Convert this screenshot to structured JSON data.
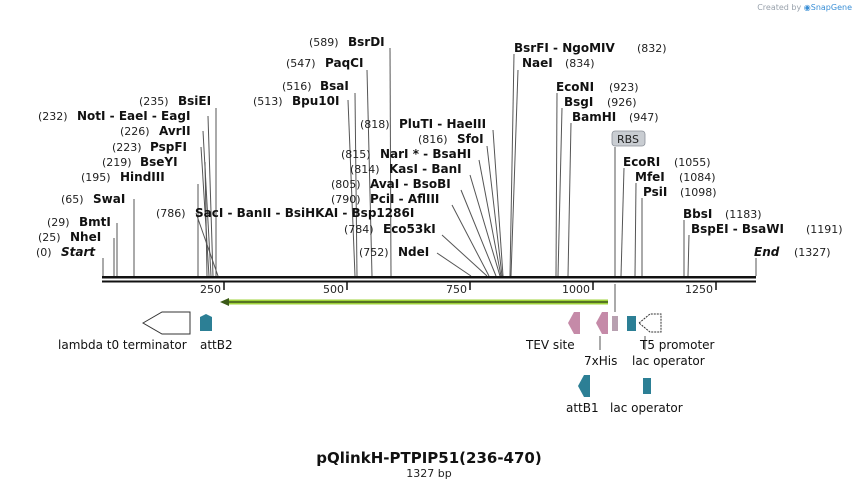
{
  "credit": {
    "prefix": "Created by",
    "brand": "SnapGene"
  },
  "title": "pQlinkH-PTPIP51(236-470)",
  "subtitle": "1327 bp",
  "ruler": {
    "ticks": [
      {
        "label": "250"
      },
      {
        "label": "500"
      },
      {
        "label": "750"
      },
      {
        "label": "1000"
      },
      {
        "label": "1250"
      }
    ]
  },
  "sites": [
    {
      "num": "(0)",
      "name": "Start",
      "italic": true
    },
    {
      "num": "(25)",
      "name": "NheI"
    },
    {
      "num": "(29)",
      "name": "BmtI"
    },
    {
      "num": "(65)",
      "name": "SwaI"
    },
    {
      "num": "(195)",
      "name": "HindIII"
    },
    {
      "num": "(219)",
      "name": "BseYI"
    },
    {
      "num": "(223)",
      "name": "PspFI"
    },
    {
      "num": "(226)",
      "name": "AvrII"
    },
    {
      "num": "(232)",
      "name": "NotI  -  EaeI  -  EagI"
    },
    {
      "num": "(235)",
      "name": "BsiEI"
    },
    {
      "num": "(786)",
      "name": "SacI  -  BanII  -  BsiHKAI  -  Bsp1286I"
    },
    {
      "num": "(513)",
      "name": "Bpu10I"
    },
    {
      "num": "(516)",
      "name": "BsaI"
    },
    {
      "num": "(547)",
      "name": "PaqCI"
    },
    {
      "num": "(589)",
      "name": "BsrDI"
    },
    {
      "num": "(752)",
      "name": "NdeI"
    },
    {
      "num": "(784)",
      "name": "Eco53kI"
    },
    {
      "num": "(790)",
      "name": "PciI  -  AflIII"
    },
    {
      "num": "(805)",
      "name": "AvaI  -  BsoBI"
    },
    {
      "num": "(814)",
      "name": "KasI  -  BanI"
    },
    {
      "num": "(815)",
      "name": "NarI *  -  BsaHI"
    },
    {
      "num": "(816)",
      "name": "SfoI"
    },
    {
      "num": "(818)",
      "name": "PluTI  -  HaeIII"
    },
    {
      "num": "(832)",
      "name": "BsrFI  -  NgoMIV"
    },
    {
      "num": "(834)",
      "name": "NaeI"
    },
    {
      "num": "(923)",
      "name": "EcoNI"
    },
    {
      "num": "(926)",
      "name": "BsgI"
    },
    {
      "num": "(947)",
      "name": "BamHI"
    },
    {
      "num": "(1055)",
      "name": "EcoRI"
    },
    {
      "num": "(1084)",
      "name": "MfeI"
    },
    {
      "num": "(1098)",
      "name": "PsiI"
    },
    {
      "num": "(1183)",
      "name": "BbsI"
    },
    {
      "num": "(1191)",
      "name": "BspEI  -  BsaWI"
    },
    {
      "num": "(1327)",
      "name": "End",
      "italic": true
    }
  ],
  "features": {
    "rbs": "RBS",
    "lambda_t0": "lambda t0 terminator",
    "attb2": "attB2",
    "tev": "TEV site",
    "his": "7xHis",
    "t5": "T5 promoter",
    "lacop1": "lac operator",
    "attb1": "attB1",
    "lacop2": "lac operator"
  },
  "colors": {
    "orf": "#9fd33b",
    "teal": "#2c7f95",
    "pink": "#c58aa8",
    "rbs": "#c9cdd2",
    "credit_brand": "#3a8fd6"
  },
  "icons": {
    "brand": "snapgene-logo-icon"
  }
}
